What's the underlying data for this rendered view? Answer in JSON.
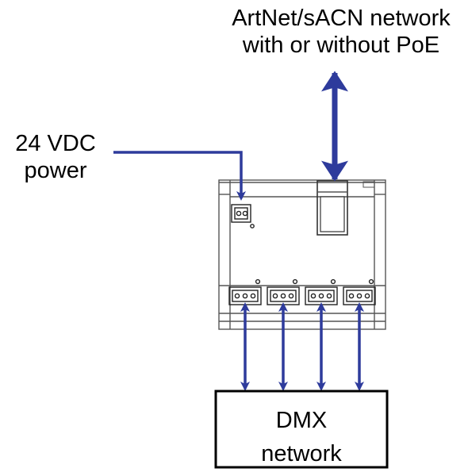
{
  "labels": {
    "network": [
      "ArtNet/sACN network",
      "with or without PoE"
    ],
    "power": [
      "24 VDC",
      "power"
    ],
    "dmx_box": [
      "DMX",
      "network"
    ]
  },
  "colors": {
    "arrow": "#2e3b9c",
    "outline": "#000000",
    "device_line": "#555555"
  },
  "dmx_ports": 4
}
